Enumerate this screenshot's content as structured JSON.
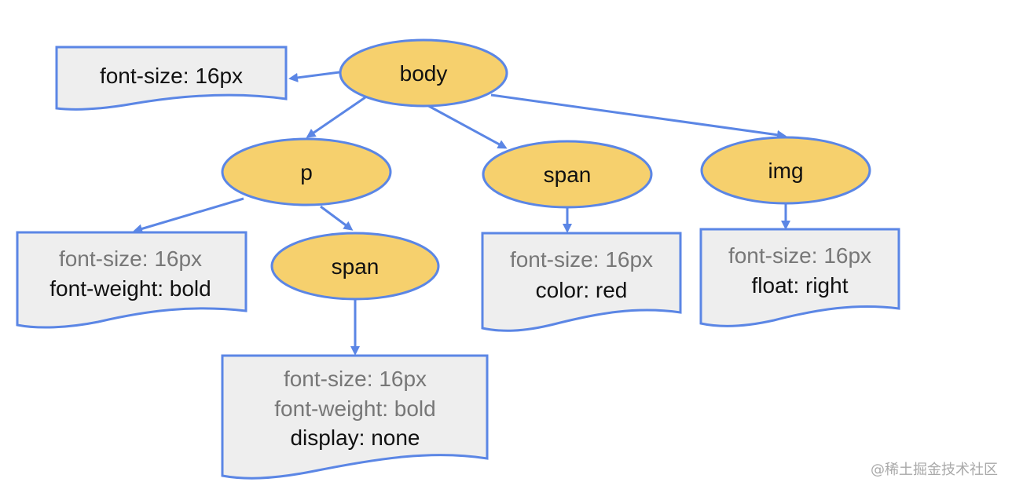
{
  "nodes": {
    "body": "body",
    "p": "p",
    "span_child": "span",
    "span_top": "span",
    "img": "img"
  },
  "styles": {
    "body": [
      "font-size: 16px"
    ],
    "p": [
      "font-size: 16px",
      "font-weight: bold"
    ],
    "span_child": [
      "font-size: 16px",
      "font-weight: bold",
      "display: none"
    ],
    "span_top": [
      "font-size: 16px",
      "color: red"
    ],
    "img": [
      "font-size: 16px",
      "float: right"
    ]
  },
  "colors": {
    "node_fill": "#f6d06d",
    "border": "#5b86e5",
    "doc_fill": "#eeeeee",
    "inherited_text": "#777777",
    "own_text": "#111111"
  },
  "watermark": "@稀土掘金技术社区"
}
